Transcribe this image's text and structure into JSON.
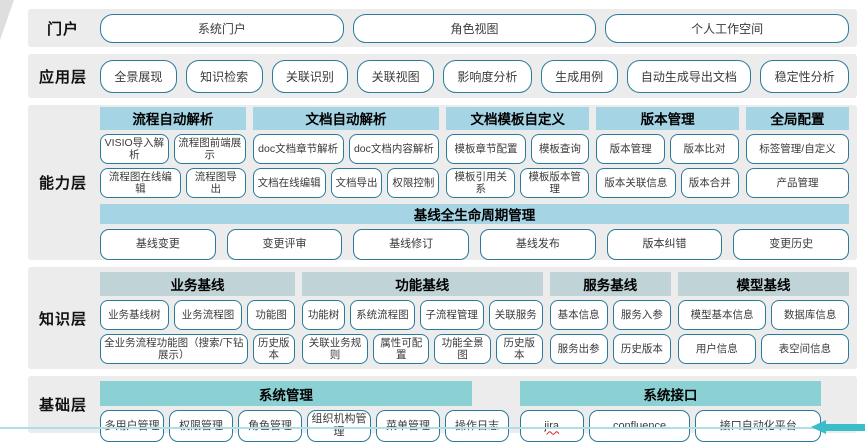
{
  "colors": {
    "band_background": "#ececec",
    "capability_header": "#a5d5e5",
    "knowledge_header": "#c0d4d7",
    "base_header": "#8bd0d3",
    "button_border": "#2a7b9b",
    "accent_arrow": "#3bbcca",
    "spellcheck_underline": "#e02020"
  },
  "spellcheck_flagged": [
    "jira"
  ],
  "layers": [
    {
      "id": "portal",
      "label": "门户",
      "buttons": [
        "系统门户",
        "角色视图",
        "个人工作空间"
      ]
    },
    {
      "id": "application",
      "label": "应用层",
      "buttons": [
        "全景展现",
        "知识检索",
        "关联识别",
        "关联视图",
        "影响度分析",
        "生成用例",
        "自动生成导出文档",
        "稳定性分析"
      ]
    },
    {
      "id": "capability",
      "label": "能力层",
      "groups": [
        {
          "title": "流程自动解析",
          "rows": [
            [
              "VISIO导入解析",
              "流程图前端展示"
            ],
            [
              "流程图在线编辑",
              "流程图导出"
            ]
          ]
        },
        {
          "title": "文档自动解析",
          "rows": [
            [
              "doc文档章节解析",
              "doc文档内容解析"
            ],
            [
              "文档在线编辑",
              "文档导出",
              "权限控制"
            ]
          ]
        },
        {
          "title": "文档模板自定义",
          "rows": [
            [
              "模板章节配置",
              "模板查询"
            ],
            [
              "模板引用关系",
              "模板版本管理"
            ]
          ]
        },
        {
          "title": "版本管理",
          "rows": [
            [
              "版本管理",
              "版本比对"
            ],
            [
              "版本关联信息",
              "版本合并"
            ]
          ]
        },
        {
          "title": "全局配置",
          "rows": [
            [
              "标签管理/自定义"
            ],
            [
              "产品管理"
            ]
          ]
        }
      ],
      "baseline": {
        "title": "基线全生命周期管理",
        "buttons": [
          "基线变更",
          "变更评审",
          "基线修订",
          "基线发布",
          "版本纠错",
          "变更历史"
        ]
      }
    },
    {
      "id": "knowledge",
      "label": "知识层",
      "groups": [
        {
          "title": "业务基线",
          "rows": [
            [
              "业务基线树",
              "业务流程图",
              "功能图"
            ],
            [
              "全业务流程功能图（搜索/下钻展示）",
              "历史版本"
            ]
          ]
        },
        {
          "title": "功能基线",
          "rows": [
            [
              "功能树",
              "系统流程图",
              "子流程管理",
              "关联服务"
            ],
            [
              "关联业务规则",
              "属性可配置",
              "功能全景图",
              "历史版本"
            ]
          ]
        },
        {
          "title": "服务基线",
          "rows": [
            [
              "基本信息",
              "服务入参"
            ],
            [
              "服务出参",
              "历史版本"
            ]
          ]
        },
        {
          "title": "模型基线",
          "rows": [
            [
              "模型基本信息",
              "数据库信息"
            ],
            [
              "用户信息",
              "表空间信息"
            ]
          ]
        }
      ]
    },
    {
      "id": "base",
      "label": "基础层",
      "groups": [
        {
          "title": "系统管理",
          "rows": [
            [
              "多用户管理",
              "权限管理",
              "角色管理",
              "组织机构管理",
              "菜单管理",
              "操作日志"
            ]
          ]
        },
        {
          "title": "系统接口",
          "rows": [
            [
              "jira",
              "confluence",
              "接口自动化平台"
            ]
          ]
        }
      ]
    }
  ]
}
